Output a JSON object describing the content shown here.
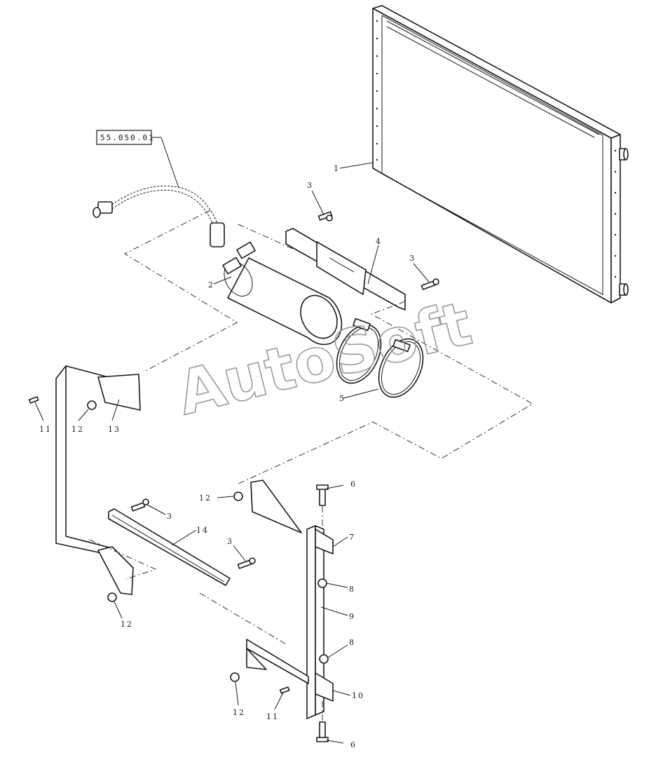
{
  "diagram": {
    "reference_label": "55.050.01",
    "watermark": "AutoSoft",
    "callouts": {
      "c1": "1",
      "c2": "2",
      "c3a": "3",
      "c3b": "3",
      "c3c": "3",
      "c3d": "3",
      "c4": "4",
      "c5": "5",
      "c6a": "6",
      "c6b": "6",
      "c7": "7",
      "c8a": "8",
      "c8b": "8",
      "c9": "9",
      "c10": "10",
      "c11a": "11",
      "c11b": "11",
      "c12a": "12",
      "c12b": "12",
      "c12c": "12",
      "c12d": "12",
      "c13": "13",
      "c14": "14"
    }
  }
}
